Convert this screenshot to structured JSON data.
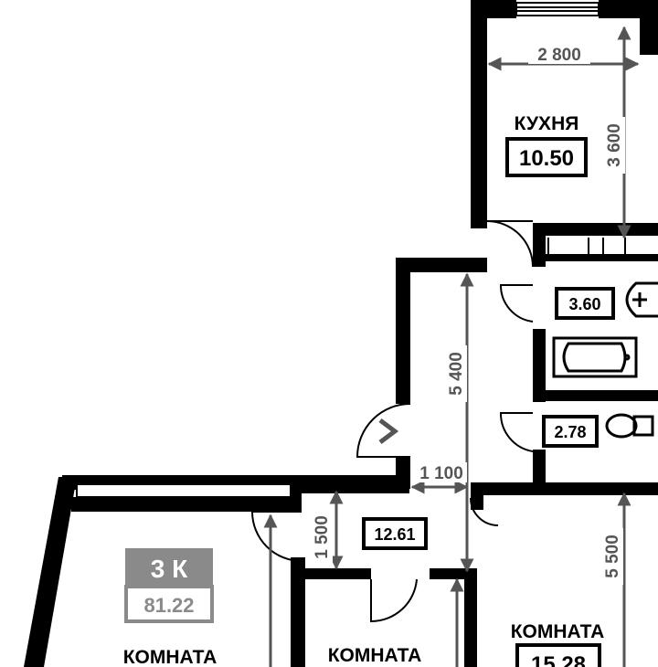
{
  "colors": {
    "wall": "#000000",
    "dimension": "#555555",
    "badge": "#8a8a8a",
    "background": "#ffffff"
  },
  "kitchen": {
    "label": "КУХНЯ",
    "area": "10.50",
    "width": "2 800",
    "depth": "3 600"
  },
  "bathroom": {
    "area": "3.60"
  },
  "toilet": {
    "area": "2.78"
  },
  "hall": {
    "area": "12.61",
    "width": "1 100",
    "length": "5 400",
    "depth": "1 500"
  },
  "room_right": {
    "label": "КОМНАТА",
    "area": "15.28",
    "depth": "5 500"
  },
  "room_middle": {
    "label": "КОМНАТА"
  },
  "room_left": {
    "label": "КОМНАТА"
  },
  "badge": {
    "type": "3 К",
    "total_area": "81.22"
  },
  "icons": [
    "window-icon",
    "door-swing-icon",
    "bathtub-icon",
    "sink-icon",
    "toilet-icon",
    "entrance-arrow-icon"
  ]
}
